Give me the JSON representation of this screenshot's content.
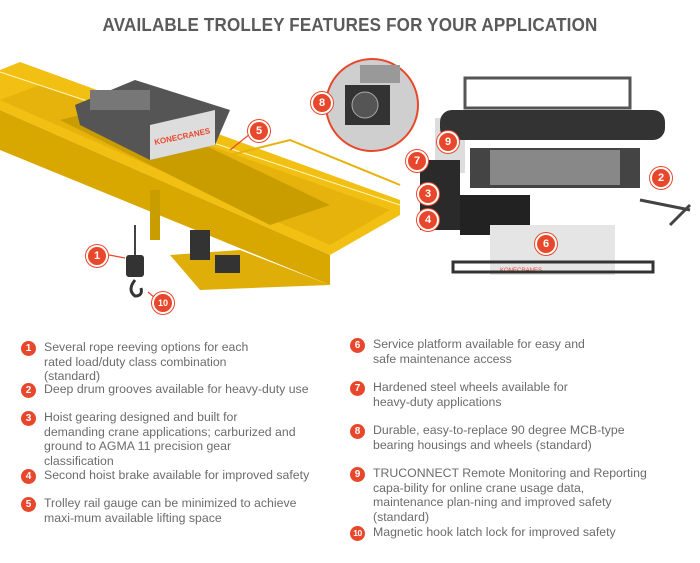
{
  "title": "AVAILABLE TROLLEY FEATURES FOR YOUR APPLICATION",
  "logo": "KONECRANES",
  "colors": {
    "accent": "#e8472b",
    "crane": "#f5c518",
    "text": "#6b6b6b"
  },
  "callouts": [
    "1",
    "2",
    "3",
    "4",
    "5",
    "6",
    "7",
    "8",
    "9",
    "10"
  ],
  "features_left": [
    {
      "num": "1",
      "text": "Several rope reeving options for each rated load/duty class combination (standard)"
    },
    {
      "num": "2",
      "text": "Deep drum grooves available for heavy-duty use"
    },
    {
      "num": "3",
      "text": "Hoist gearing designed and built for demanding crane applications; carburized and ground to AGMA 11 precision gear classification"
    },
    {
      "num": "4",
      "text": "Second hoist brake available for improved safety"
    },
    {
      "num": "5",
      "text": "Trolley rail gauge can be minimized to achieve maxi-mum available lifting space"
    }
  ],
  "features_right": [
    {
      "num": "6",
      "text": "Service platform available for easy and safe maintenance access"
    },
    {
      "num": "7",
      "text": "Hardened steel wheels available for heavy-duty applications"
    },
    {
      "num": "8",
      "text": "Durable, easy-to-replace 90 degree MCB-type bearing housings and wheels (standard)"
    },
    {
      "num": "9",
      "text": "TRUCONNECT Remote Monitoring and Reporting capa-bility for online crane usage data, maintenance plan-ning and improved safety (standard)"
    },
    {
      "num": "10",
      "text": "Magnetic hook latch lock for improved safety"
    }
  ]
}
